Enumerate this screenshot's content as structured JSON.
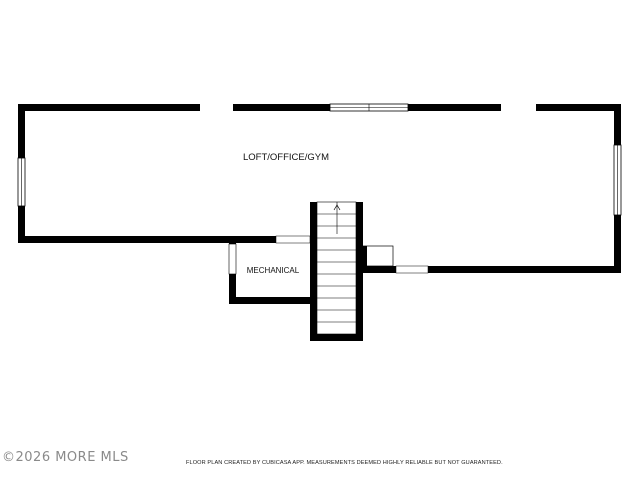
{
  "plan": {
    "rooms": [
      {
        "id": "loft",
        "label": "LOFT/OFFICE/GYM"
      },
      {
        "id": "mechanical",
        "label": "MECHANICAL"
      }
    ],
    "wall_color": "#000000",
    "window_color": "#ffffff"
  },
  "footer": {
    "watermark": "©2026 MORE MLS",
    "disclaimer": "FLOOR PLAN CREATED BY CUBICASA APP. MEASUREMENTS DEEMED HIGHLY RELIABLE BUT NOT GUARANTEED."
  }
}
